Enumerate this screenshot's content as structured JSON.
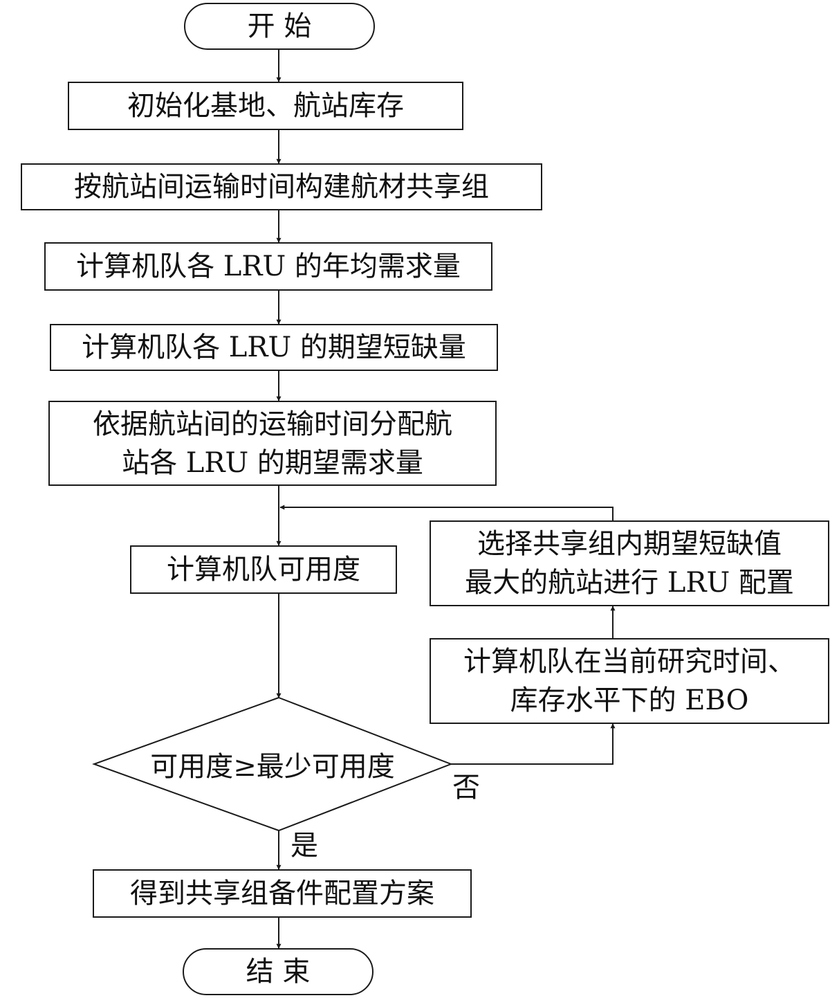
{
  "flowchart": {
    "start": "开 始",
    "step1": "初始化基地、航站库存",
    "step2": "按航站间运输时间构建航材共享组",
    "step3": "计算机队各 LRU 的年均需求量",
    "step4": "计算机队各 LRU 的期望短缺量",
    "step5": {
      "line1": "依据航站间的运输时间分配航",
      "line2": "站各 LRU 的期望需求量"
    },
    "step6": "计算机队可用度",
    "decision": "可用度≥最少可用度",
    "no_label": "否",
    "yes_label": "是",
    "loop_ebo": {
      "line1": "计算机队在当前研究时间、",
      "line2": "库存水平下的 EBO"
    },
    "loop_select": {
      "line1": "选择共享组内期望短缺值",
      "line2": "最大的航站进行 LRU 配置"
    },
    "result": "得到共享组备件配置方案",
    "end": "结 束"
  },
  "colors": {
    "stroke": "#1a1a1a",
    "text": "#111111",
    "background": "#ffffff"
  }
}
